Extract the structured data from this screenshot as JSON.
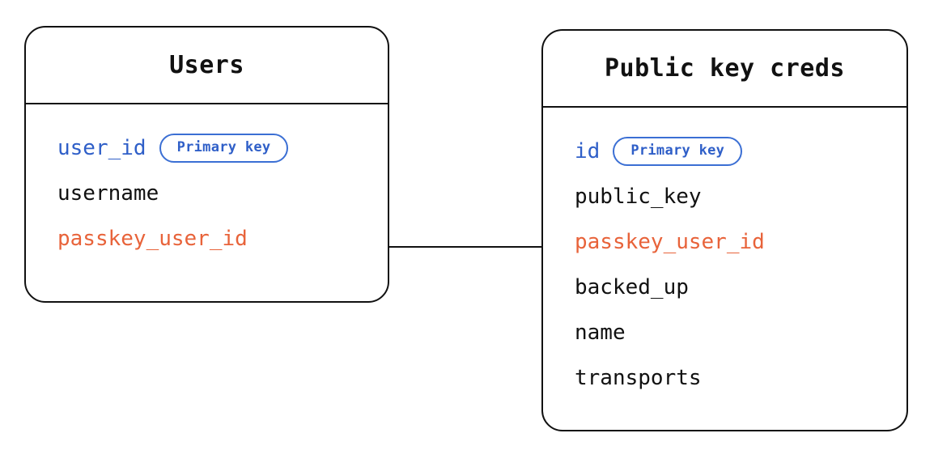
{
  "diagram": {
    "type": "entity-relationship-diagram",
    "background_color": "#ffffff",
    "colors": {
      "primary_key": "#2F5FC8",
      "foreign_key": "#E8633A",
      "default_text": "#111111",
      "border": "#111111",
      "badge_border": "#3B6FD4"
    },
    "entities": [
      {
        "id": "users",
        "title": "Users",
        "fields": [
          {
            "name": "user_id",
            "role": "pk",
            "badge": "Primary key"
          },
          {
            "name": "username",
            "role": "plain",
            "badge": null
          },
          {
            "name": "passkey_user_id",
            "role": "fk",
            "badge": null
          }
        ]
      },
      {
        "id": "public-key-creds",
        "title": "Public key creds",
        "fields": [
          {
            "name": "id",
            "role": "pk",
            "badge": "Primary key"
          },
          {
            "name": "public_key",
            "role": "plain",
            "badge": null
          },
          {
            "name": "passkey_user_id",
            "role": "fk",
            "badge": null
          },
          {
            "name": "backed_up",
            "role": "plain",
            "badge": null
          },
          {
            "name": "name",
            "role": "plain",
            "badge": null
          },
          {
            "name": "transports",
            "role": "plain",
            "badge": null
          }
        ]
      }
    ],
    "relationships": [
      {
        "from_entity": "users",
        "from_field": "passkey_user_id",
        "to_entity": "public-key-creds",
        "to_field": "passkey_user_id",
        "style": "solid-line"
      }
    ]
  }
}
